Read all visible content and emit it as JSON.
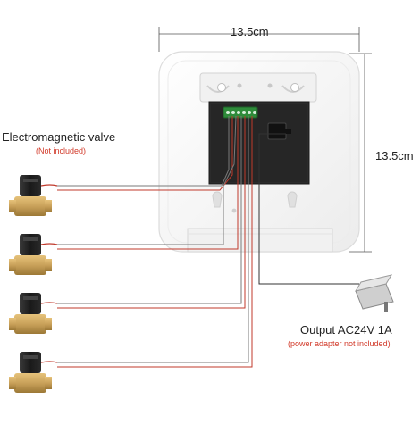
{
  "dimensions": {
    "width_label": "13.5cm",
    "height_label": "13.5cm"
  },
  "valves": {
    "title": "Electromagnetic valve",
    "note": "(Not included)",
    "count": 4
  },
  "power": {
    "title": "Output AC24V 1A",
    "note": "(power adapter not included)"
  },
  "colors": {
    "wire_red": "#c0392b",
    "note_red": "#d23a2a",
    "brass": "#c9a15a",
    "coil_black": "#1e1e1e",
    "terminal_green": "#2e8b3a",
    "housing_white": "#f7f7f7"
  }
}
